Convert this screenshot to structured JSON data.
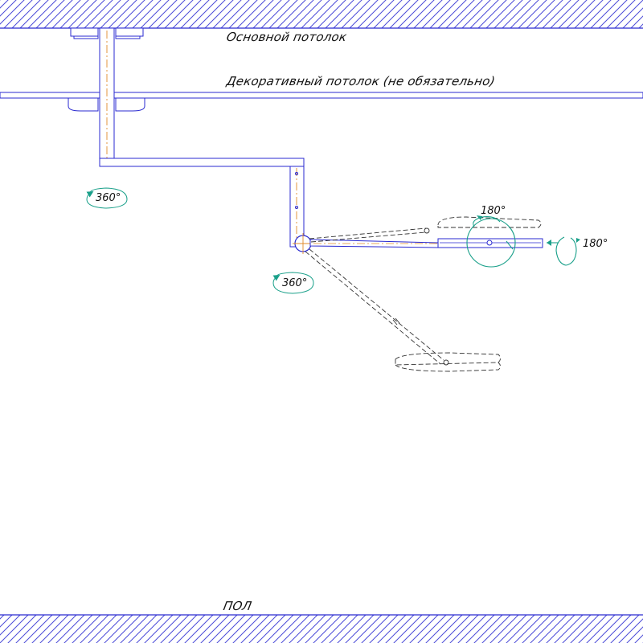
{
  "labels": {
    "main_ceiling": "Основной потолок",
    "decorative_ceiling": "Декоративный потолок (не обязательно)",
    "floor": "ПОЛ"
  },
  "rotations": {
    "mount_rotation": "360°",
    "joint_rotation": "360°",
    "head_tilt_top": "180°",
    "head_tilt_side": "180°"
  },
  "colors": {
    "outline": "#2a2ad0",
    "hatch": "#3a3ad6",
    "axis": "#e08a2a",
    "rotation_arrow": "#1aa08a",
    "text": "#111111"
  }
}
